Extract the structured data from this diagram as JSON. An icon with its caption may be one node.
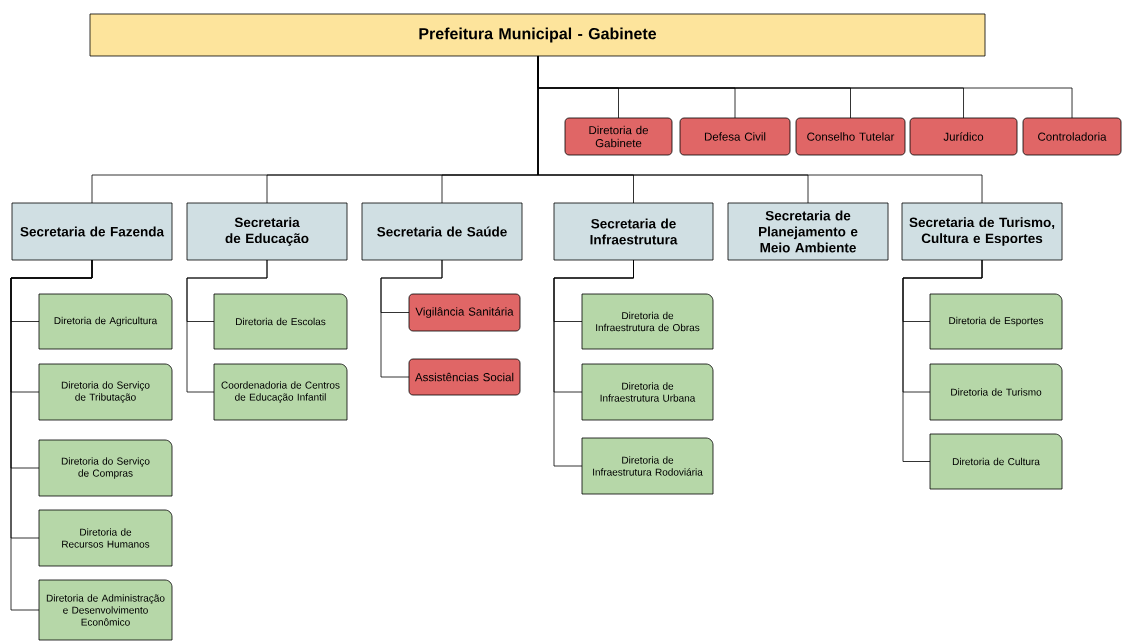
{
  "diagram": {
    "nodes": [
      {
        "text": [
          "Prefeitura Municipal - Gabinete"
        ]
      },
      {
        "text": [
          "Diretoria de Gabinete"
        ]
      },
      {
        "text": [
          "Defesa Civil"
        ]
      },
      {
        "text": [
          "Conselho Tutelar"
        ]
      },
      {
        "text": [
          "Jurídico"
        ]
      },
      {
        "text": [
          "Controladoria"
        ]
      },
      {
        "text": [
          "Secretaria de Fazenda"
        ]
      },
      {
        "text": [
          "Secretaria de Educação"
        ]
      },
      {
        "text": [
          "Secretaria de Saúde"
        ]
      },
      {
        "text": [
          "Secretaria de Infraestrutura"
        ]
      },
      {
        "text": [
          "Secretaria de Planejamento e Meio Ambiente"
        ]
      },
      {
        "text": [
          "Secretaria de Turismo, Cultura e Esportes"
        ]
      },
      {
        "text": [
          "Diretoria de Agricultura"
        ]
      },
      {
        "text": [
          "Diretoria do Serviço de Tributação"
        ]
      },
      {
        "text": [
          "Diretoria do Serviço de Compras"
        ]
      },
      {
        "text": [
          "Diretoria de Recursos Humanos"
        ]
      },
      {
        "text": [
          "Diretoria de Administração e Desenvolvimento Econômico"
        ]
      },
      {
        "text": [
          "Diretoria de Escolas"
        ]
      },
      {
        "text": [
          "Coordenadoria de Centros de Educação Infantil"
        ]
      },
      {
        "text": [
          "Vigilância Sanitária"
        ]
      },
      {
        "text": [
          "Assistências Social"
        ]
      },
      {
        "text": [
          "Diretoria de Infraestrutura de Obras"
        ]
      },
      {
        "text": [
          "Diretoria de Infraestrutura Urbana"
        ]
      },
      {
        "text": [
          "Diretoria de Infraestrutura Rodoviária"
        ]
      },
      {
        "text": [
          "Diretoria de Esportes"
        ]
      },
      {
        "text": [
          "Diretoria de Turismo"
        ]
      },
      {
        "text": [
          "Diretoria de Cultura"
        ]
      }
    ],
    "edges": [
      {
        "from": 0,
        "to": 1,
        "arrow": "none"
      },
      {
        "from": 0,
        "to": 2,
        "arrow": "none"
      },
      {
        "from": 0,
        "to": 3,
        "arrow": "none"
      },
      {
        "from": 0,
        "to": 4,
        "arrow": "none"
      },
      {
        "from": 0,
        "to": 5,
        "arrow": "none"
      },
      {
        "from": 0,
        "to": 6,
        "arrow": "none"
      },
      {
        "from": 0,
        "to": 7,
        "arrow": "none"
      },
      {
        "from": 0,
        "to": 8,
        "arrow": "none"
      },
      {
        "from": 0,
        "to": 9,
        "arrow": "none"
      },
      {
        "from": 0,
        "to": 10,
        "arrow": "none"
      },
      {
        "from": 0,
        "to": 11,
        "arrow": "none"
      },
      {
        "from": 6,
        "to": 12,
        "arrow": "none"
      },
      {
        "from": 6,
        "to": 13,
        "arrow": "none"
      },
      {
        "from": 6,
        "to": 14,
        "arrow": "none"
      },
      {
        "from": 6,
        "to": 15,
        "arrow": "none"
      },
      {
        "from": 6,
        "to": 16,
        "arrow": "none"
      },
      {
        "from": 7,
        "to": 17,
        "arrow": "none"
      },
      {
        "from": 7,
        "to": 18,
        "arrow": "none"
      },
      {
        "from": 8,
        "to": 19,
        "arrow": "none"
      },
      {
        "from": 8,
        "to": 20,
        "arrow": "none"
      },
      {
        "from": 9,
        "to": 21,
        "arrow": "none"
      },
      {
        "from": 9,
        "to": 22,
        "arrow": "none"
      },
      {
        "from": 9,
        "to": 23,
        "arrow": "none"
      },
      {
        "from": 11,
        "to": 24,
        "arrow": "none"
      },
      {
        "from": 11,
        "to": 25,
        "arrow": "none"
      },
      {
        "from": 11,
        "to": 26,
        "arrow": "none"
      }
    ]
  }
}
